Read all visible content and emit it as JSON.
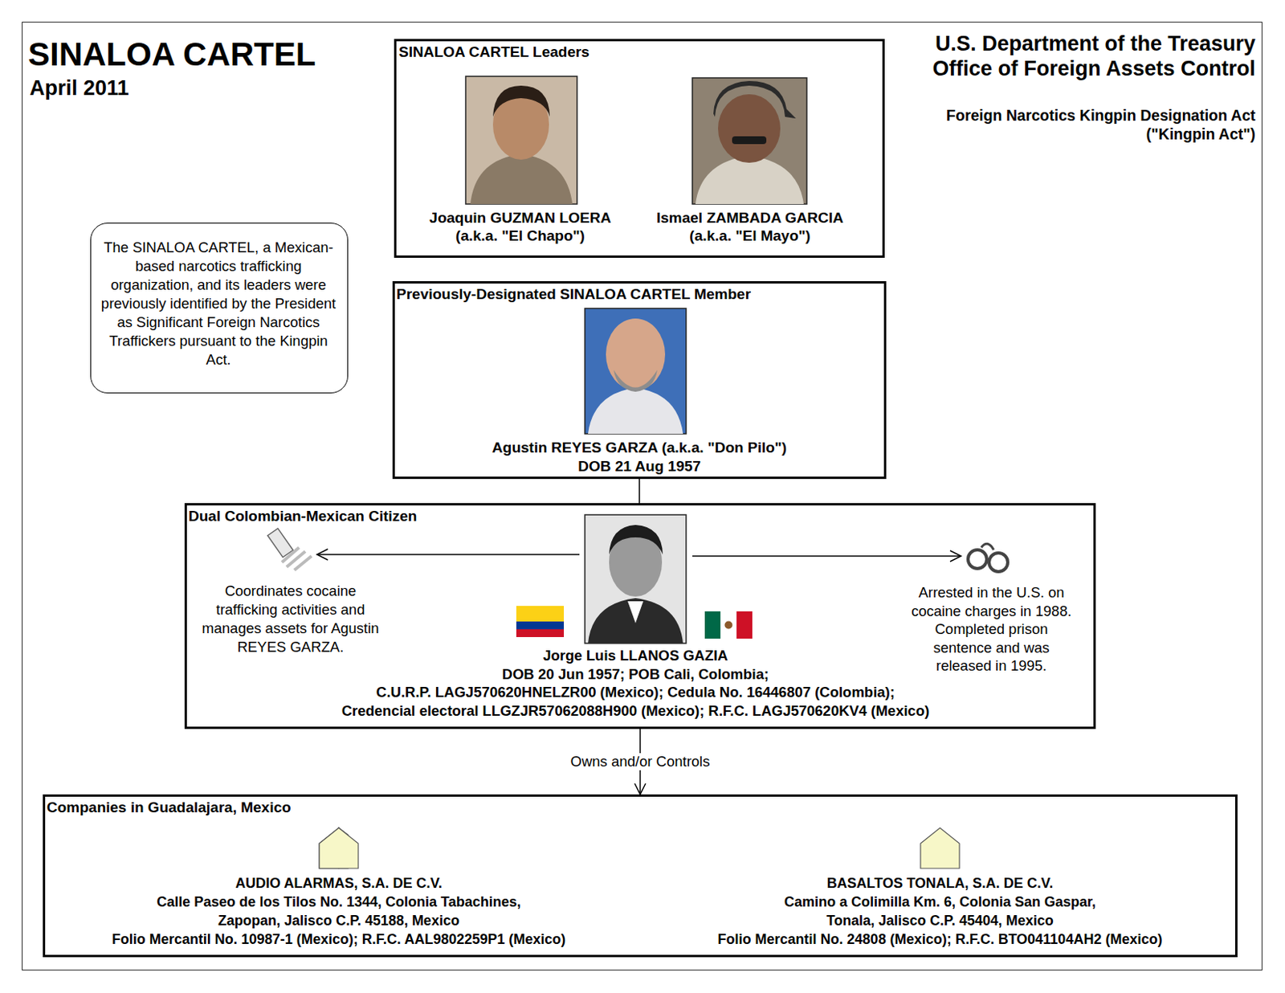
{
  "diagram": {
    "title": "SINALOA CARTEL",
    "nodes": [
      {
        "text": [
          "SINALOA CARTEL Leaders"
        ]
      },
      {
        "text": [
          "Joaquin GUZMAN LOERA (a.k.a. \"El Chapo\")"
        ],
        "in": 0
      },
      {
        "text": [
          "Ismael ZAMBADA GARCIA (a.k.a. \"El Mayo\")"
        ],
        "in": 0
      },
      {
        "text": [
          "The SINALOA CARTEL, a Mexican-based narcotics trafficking organization, and its leaders were previously identified by the President as Significant Foreign Narcotics Traffickers pursuant to the Kingpin Act."
        ]
      },
      {
        "text": [
          "Previously-Designated SINALOA CARTEL Member",
          "Agustin REYES GARZA (a.k.a. \"Don Pilo\")",
          "DOB 21 Aug 1957"
        ]
      },
      {
        "text": [
          "Dual Colombian-Mexican Citizen",
          "Jorge Luis LLANOS GAZIA",
          "DOB 20 Jun 1957; POB Cali, Colombia;",
          "C.U.R.P. LAGJ570620HNELZR00 (Mexico); Cedula No. 16446807 (Colombia);",
          "Credencial electoral LLGZJR57062088H900 (Mexico); R.F.C. LAGJ570620KV4 (Mexico)"
        ]
      },
      {
        "text": [
          "Companies in Guadalajara, Mexico"
        ]
      },
      {
        "text": [
          "AUDIO ALARMAS, S.A. DE C.V.",
          "Calle Paseo de los Tilos No. 1344, Colonia Tabachines,",
          "Zapopan, Jalisco C.P. 45188, Mexico",
          "Folio Mercantil No. 10987-1 (Mexico); R.F.C. AAL9802259P1 (Mexico)"
        ],
        "in": 6
      },
      {
        "text": [
          "BASALTOS TONALA, S.A. DE C.V.",
          "Camino a Colimilla Km. 6, Colonia San Gaspar,",
          "Tonala, Jalisco C.P. 45404, Mexico",
          "Folio Mercantil No. 24808 (Mexico); R.F.C. BTO041104AH2 (Mexico)"
        ],
        "in": 6
      }
    ],
    "edges": [
      {
        "from": 4,
        "to": 5,
        "arrow": "none"
      },
      {
        "from": 5,
        "to": 6,
        "label": "Owns and/or Controls",
        "arrow": "to"
      }
    ],
    "labels": [
      "April 2011",
      "U.S. Department of the Treasury",
      "Office of Foreign Assets Control",
      "Foreign Narcotics Kingpin Designation Act",
      "(\"Kingpin Act\")",
      "Coordinates cocaine trafficking activities and manages assets for Agustin REYES GARZA.",
      "Arrested in the U.S. on cocaine charges in 1988. Completed prison sentence and was released in 1995."
    ]
  }
}
